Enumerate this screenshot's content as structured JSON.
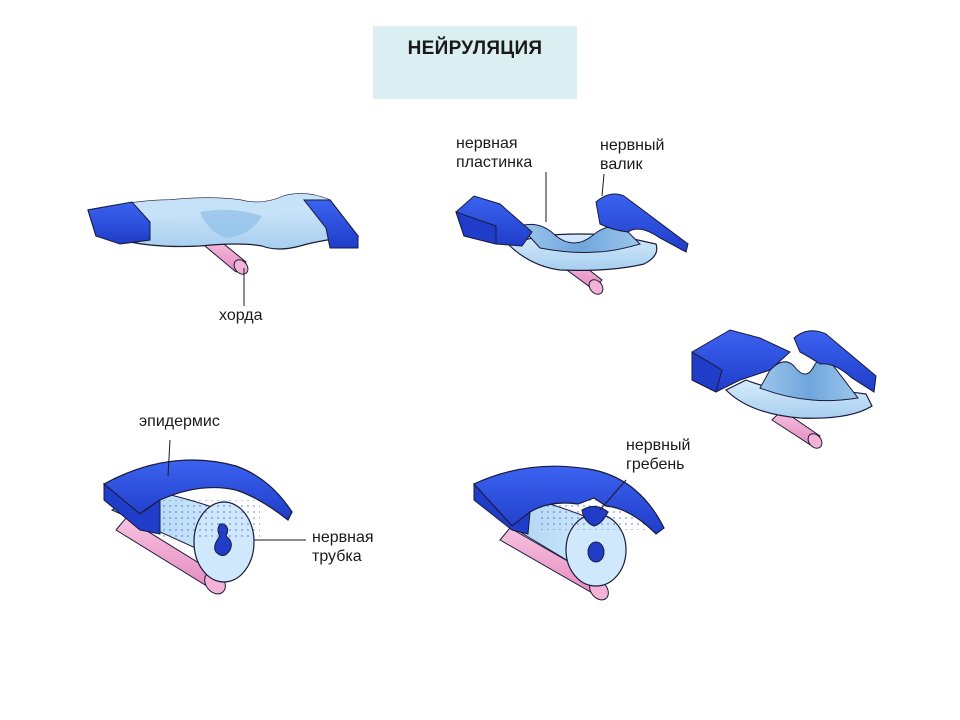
{
  "title": "НЕЙРУЛЯЦИЯ",
  "labels": {
    "chorda": "хорда",
    "neural_plate_line1": "нервная",
    "neural_plate_line2": "пластинка",
    "neural_fold_line1": "нервный",
    "neural_fold_line2": "валик",
    "epidermis": "эпидермис",
    "neural_crest_line1": "нервный",
    "neural_crest_line2": "гребень",
    "neural_tube_line1": "нервная",
    "neural_tube_line2": "трубка"
  },
  "colors": {
    "title_box": "#dbeff3",
    "plate_light": "#b9dcf5",
    "plate_mid": "#8cc0ea",
    "ectoderm_blue": "#2a4de6",
    "ectoderm_dark": "#1a2fb8",
    "chorda_pink": "#f2a6cf",
    "outline": "#1a1a3a"
  }
}
